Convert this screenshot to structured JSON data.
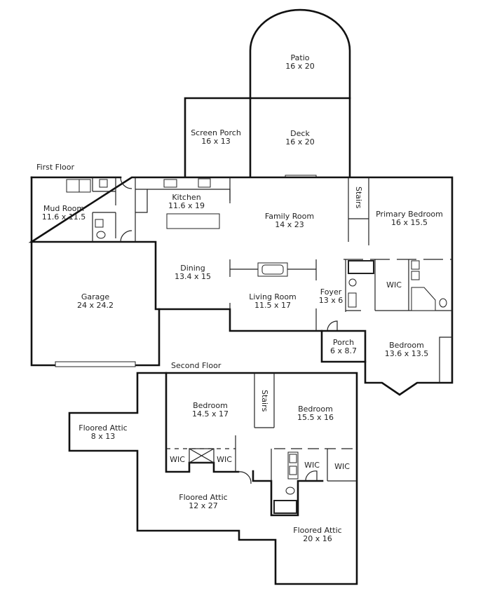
{
  "floors": {
    "first": {
      "title": "First Floor",
      "rooms": [
        {
          "name": "Patio",
          "dims": "16 x 20"
        },
        {
          "name": "Screen Porch",
          "dims": "16 x 13"
        },
        {
          "name": "Deck",
          "dims": "16 x 20"
        },
        {
          "name": "Mud Room",
          "dims": "11.6 x 11.5"
        },
        {
          "name": "Kitchen",
          "dims": "11.6 x 19"
        },
        {
          "name": "Family Room",
          "dims": "14 x 23"
        },
        {
          "name": "Primary Bedroom",
          "dims": "16 x 15.5"
        },
        {
          "name": "Dining",
          "dims": "13.4 x 15"
        },
        {
          "name": "Living Room",
          "dims": "11.5 x 17"
        },
        {
          "name": "Foyer",
          "dims": "13 x 6"
        },
        {
          "name": "Garage",
          "dims": "24 x 24.2"
        },
        {
          "name": "Porch",
          "dims": "6 x 8.7"
        },
        {
          "name": "Bedroom",
          "dims": "13.6 x 13.5"
        }
      ],
      "stairs_label": "Stairs",
      "wic_label": "WIC"
    },
    "second": {
      "title": "Second Floor",
      "rooms": [
        {
          "name": "Bedroom",
          "dims": "14.5 x 17"
        },
        {
          "name": "Bedroom",
          "dims": "15.5 x 16"
        },
        {
          "name": "Floored Attic",
          "dims": "8 x 13"
        },
        {
          "name": "Floored Attic",
          "dims": "12 x 27"
        },
        {
          "name": "Floored Attic",
          "dims": "20 x 16"
        }
      ],
      "stairs_label": "Stairs",
      "wic_labels": [
        "WIC",
        "WIC",
        "WIC",
        "WIC"
      ]
    }
  }
}
